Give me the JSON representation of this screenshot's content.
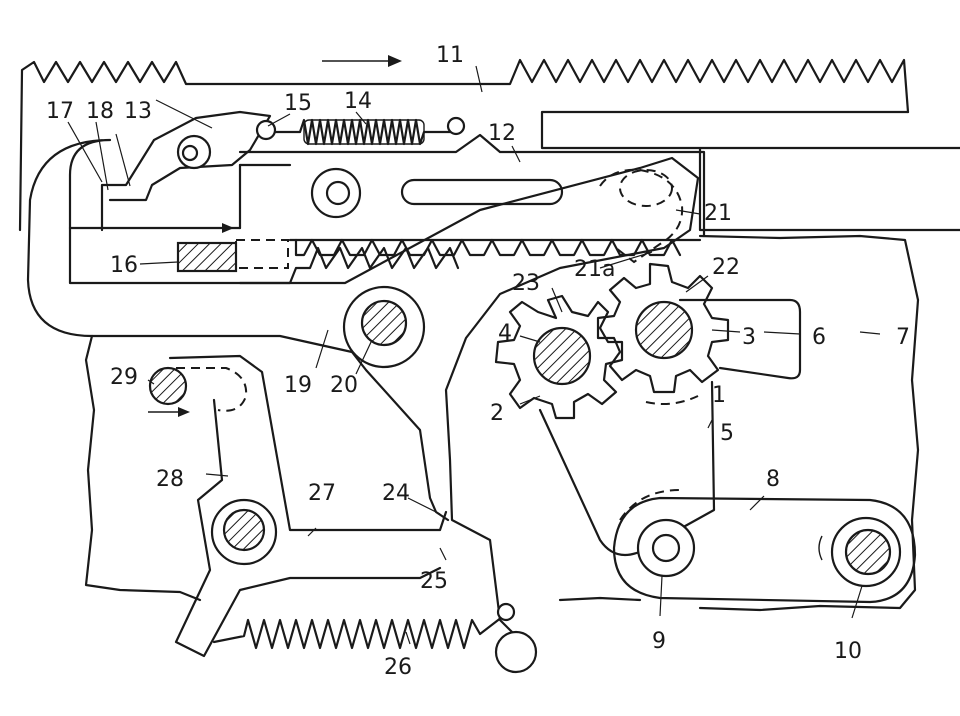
{
  "diagram": {
    "labels": [
      {
        "id": "l11",
        "text": "11"
      },
      {
        "id": "l12",
        "text": "12"
      },
      {
        "id": "l13",
        "text": "13"
      },
      {
        "id": "l14",
        "text": "14"
      },
      {
        "id": "l15",
        "text": "15"
      },
      {
        "id": "l16",
        "text": "16"
      },
      {
        "id": "l17",
        "text": "17"
      },
      {
        "id": "l18",
        "text": "18"
      },
      {
        "id": "l19",
        "text": "19"
      },
      {
        "id": "l20",
        "text": "20"
      },
      {
        "id": "l21",
        "text": "21"
      },
      {
        "id": "l21a",
        "text": "21a"
      },
      {
        "id": "l22",
        "text": "22"
      },
      {
        "id": "l23",
        "text": "23"
      },
      {
        "id": "l1",
        "text": "1"
      },
      {
        "id": "l2",
        "text": "2"
      },
      {
        "id": "l3",
        "text": "3"
      },
      {
        "id": "l4",
        "text": "4"
      },
      {
        "id": "l5",
        "text": "5"
      },
      {
        "id": "l6",
        "text": "6"
      },
      {
        "id": "l7",
        "text": "7"
      },
      {
        "id": "l8",
        "text": "8"
      },
      {
        "id": "l9",
        "text": "9"
      },
      {
        "id": "l10",
        "text": "10"
      },
      {
        "id": "l24",
        "text": "24"
      },
      {
        "id": "l25",
        "text": "25"
      },
      {
        "id": "l26",
        "text": "26"
      },
      {
        "id": "l27",
        "text": "27"
      },
      {
        "id": "l28",
        "text": "28"
      },
      {
        "id": "l29",
        "text": "29"
      }
    ]
  }
}
